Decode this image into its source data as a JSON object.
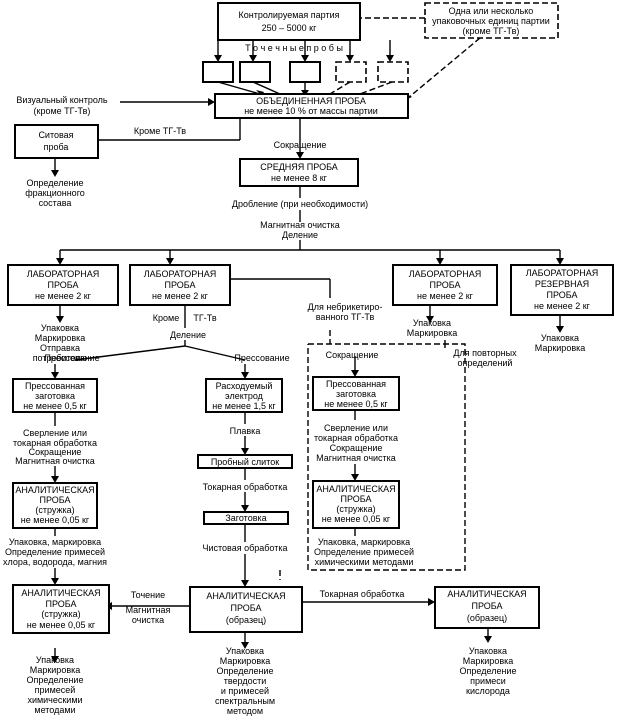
{
  "controlled_lot": [
    "Контролируемая партия",
    "250 – 5000 кг"
  ],
  "one_or_more_units": [
    "Одна или несколько",
    "упаковочных единиц партии",
    "(кроме ТГ-Тв)"
  ],
  "point_samples": "Т о ч е ч н ы е   п р о б ы",
  "visual_control": [
    "Визуальный контроль",
    "(кроме ТГ-Тв)"
  ],
  "combined_sample": [
    "ОБЪЕДИНЕННАЯ ПРОБА",
    "не менее 10 % от массы партии"
  ],
  "except_tg_tv_1": "Кроме ТГ-Тв",
  "sieve_sample": [
    "Ситовая",
    "проба"
  ],
  "fraction_determination": [
    "Определение",
    "фракционного",
    "состава"
  ],
  "reduction_1": "Сокращение",
  "average_sample": [
    "СРЕДНЯЯ ПРОБА",
    "не менее 8 кг"
  ],
  "crushing": "Дробление (при необходимости)",
  "magnetic_division": [
    "Магнитная очистка",
    "Деление"
  ],
  "lab_sample_1": [
    "ЛАБОРАТОРНАЯ",
    "ПРОБА",
    "не менее 2 кг"
  ],
  "lab_sample_1_notes": [
    "Упаковка",
    "Маркировка",
    "Отправка",
    "потребителю"
  ],
  "lab_sample_2": [
    "ЛАБОРАТОРНАЯ",
    "ПРОБА",
    "не менее 2 кг"
  ],
  "except_label": "Кроме",
  "tg_tv_label": "ТГ-Тв",
  "division": "Деление",
  "lab_sample_3": [
    "ЛАБОРАТОРНАЯ",
    "ПРОБА",
    "не менее 2 кг"
  ],
  "lab_sample_3_notes": [
    "Упаковка",
    "Маркировка"
  ],
  "repeat_determinations": [
    "Для повторных",
    "определений"
  ],
  "reserve_sample": [
    "ЛАБОРАТОРНАЯ",
    "РЕЗЕРВНАЯ",
    "ПРОБА",
    "не менее 2 кг"
  ],
  "reserve_sample_notes": [
    "Упаковка",
    "Маркировка"
  ],
  "for_non_briquetted": [
    "Для небрикетиро-",
    "ванного ТГ-Тв"
  ],
  "pressing_left": "Прессование",
  "pressing_right": "Прессование",
  "pressed_blank_left": [
    "Прессованная",
    "заготовка",
    "не менее 0,5 кг"
  ],
  "left_processing": [
    "Сверление или",
    "токарная обработка",
    "Сокращение",
    "Магнитная очистка"
  ],
  "analytic_left_1": [
    "АНАЛИТИЧЕСКАЯ",
    "ПРОБА",
    "(стружка)",
    "не менее 0,05 кг"
  ],
  "left_analysis": [
    "Упаковка, маркировка",
    "Определение примесей",
    "хлора, водорода, магния"
  ],
  "analytic_left_2": [
    "АНАЛИТИЧЕСКАЯ",
    "ПРОБА",
    "(стружка)",
    "не менее 0,05 кг"
  ],
  "left_final": [
    "Упаковка",
    "Маркировка",
    "Определение",
    "примесей",
    "химическими",
    "методами"
  ],
  "electrode": [
    "Расходуемый",
    "электрод",
    "не менее 1,5 кг"
  ],
  "melting": "Плавка",
  "trial_ingot": "Пробный слиток",
  "turning_1": "Токарная обработка",
  "blank": "Заготовка",
  "finish_turning": "Чистовая обработка",
  "analytic_center": [
    "АНАЛИТИЧЕСКАЯ",
    "ПРОБА",
    "(образец)"
  ],
  "center_final": [
    "Упаковка",
    "Маркировка",
    "Определение",
    "твердости",
    "и примесей",
    "спектральным",
    "методом"
  ],
  "turning_magnetic": [
    "Точение",
    "Магнитная",
    "очистка"
  ],
  "turning_2": "Токарная обработка",
  "analytic_right": [
    "АНАЛИТИЧЕСКАЯ",
    "ПРОБА",
    "(образец)"
  ],
  "right_final": [
    "Упаковка",
    "Маркировка",
    "Определение",
    "примеси",
    "кислорода"
  ],
  "dashed_reduction": "Сокращение",
  "pressed_blank_dashed": [
    "Прессованная",
    "заготовка",
    "не менее 0,5 кг"
  ],
  "dashed_processing": [
    "Сверление или",
    "токарная обработка",
    "Сокращение",
    "Магнитная очистка"
  ],
  "analytic_dashed": [
    "АНАЛИТИЧЕСКАЯ",
    "ПРОБА",
    "(стружка)",
    "не менее 0,05 кг"
  ],
  "dashed_analysis": [
    "Упаковка, маркировка",
    "Определение примесей",
    "химическими методами"
  ]
}
